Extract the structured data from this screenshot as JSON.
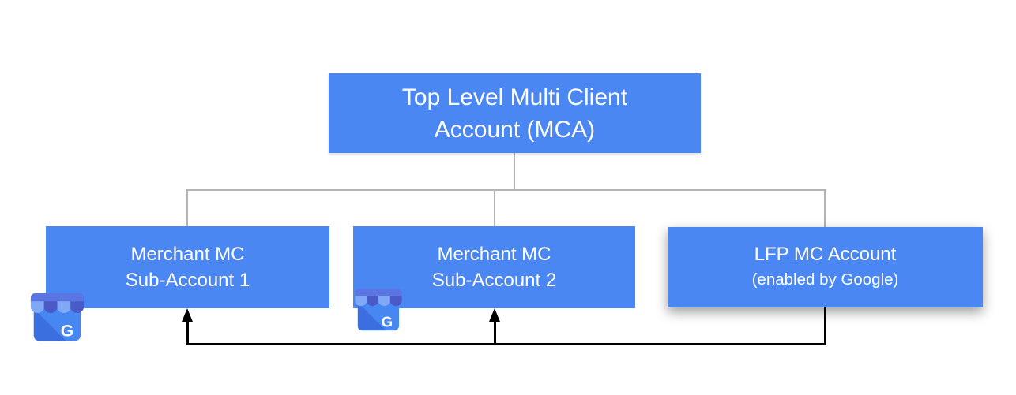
{
  "diagram": {
    "type": "account-hierarchy",
    "nodes": {
      "mca": {
        "line1": "Top Level Multi Client",
        "line2": "Account (MCA)"
      },
      "sub1": {
        "line1": "Merchant MC",
        "line2": "Sub-Account 1"
      },
      "sub2": {
        "line1": "Merchant MC",
        "line2": "Sub-Account 2"
      },
      "lfp": {
        "line1": "LFP MC Account",
        "line2": "(enabled by Google)"
      }
    },
    "icons": {
      "business_profile": {
        "name": "google-business-profile-icon",
        "letter": "G"
      }
    },
    "edges": [
      {
        "from": "mca",
        "to": "sub1",
        "style": "tree-line"
      },
      {
        "from": "mca",
        "to": "sub2",
        "style": "tree-line"
      },
      {
        "from": "mca",
        "to": "lfp",
        "style": "tree-line"
      },
      {
        "from": "lfp",
        "to": "sub1",
        "style": "black-arrow"
      },
      {
        "from": "lfp",
        "to": "sub2",
        "style": "black-arrow"
      }
    ],
    "colors": {
      "node_fill": "#4a87f3",
      "node_text": "#ffffff",
      "tree_connector": "#b3b3b3",
      "arrow": "#000000",
      "icon_body": "#4687f2",
      "icon_fold": "#3b6fe0",
      "icon_awning_bar": "#5b76e3",
      "icon_scallop_light": "#7fa9f7",
      "icon_scallop_dark": "#4a5bc8"
    }
  }
}
